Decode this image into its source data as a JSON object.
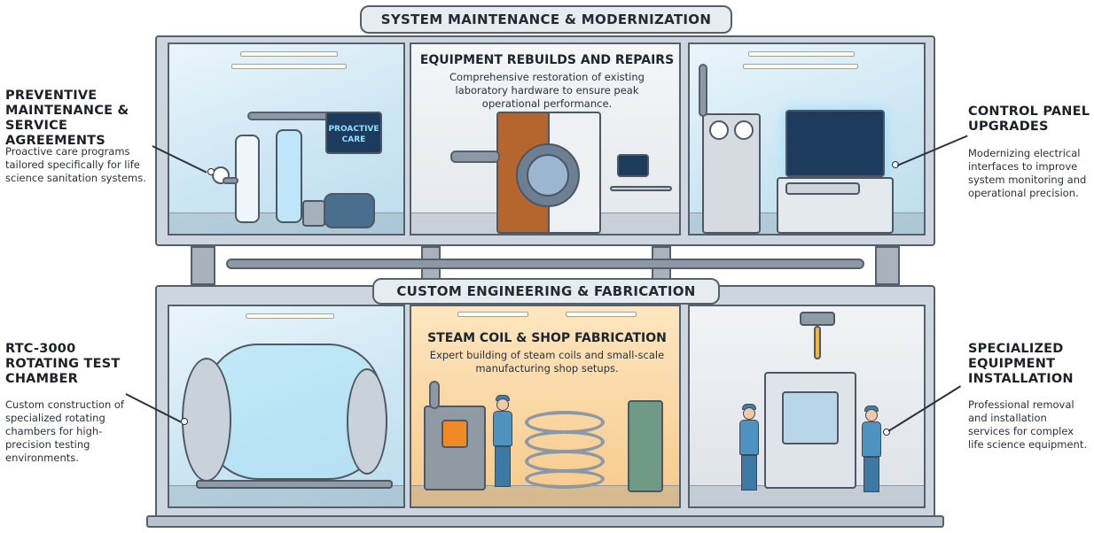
{
  "header": {
    "top_section_title": "SYSTEM MAINTENANCE & MODERNIZATION",
    "bottom_section_title": "CUSTOM ENGINEERING & FABRICATION"
  },
  "top_floor": {
    "center_room": {
      "title": "EQUIPMENT REBUILDS AND REPAIRS",
      "description": "Comprehensive restoration of existing laboratory hardware to ensure peak operational performance."
    },
    "left_room_screen": "PROACTIVE CARE"
  },
  "bottom_floor": {
    "center_room": {
      "title": "STEAM COIL & SHOP FABRICATION",
      "description": "Expert building of steam coils and small-scale manufacturing shop setups."
    }
  },
  "left_callouts": [
    {
      "title": "PREVENTIVE MAINTENANCE & SERVICE AGREEMENTS",
      "description": "Proactive care programs tailored specifically for life science sanitation systems."
    },
    {
      "title": "RTC-3000 ROTATING TEST CHAMBER",
      "description": "Custom construction of specialized rotating chambers for high-precision testing environments."
    }
  ],
  "right_callouts": [
    {
      "title": "CONTROL PANEL UPGRADES",
      "description": "Modernizing electrical interfaces to improve system monitoring and operational precision."
    },
    {
      "title": "SPECIALIZED EQUIPMENT INSTALLATION",
      "description": "Professional removal and installation services for complex life science equipment."
    }
  ],
  "colors": {
    "frame": "#56606c",
    "glass": "#cde6f3",
    "warm_room": "#f6c98a",
    "screen": "#1d3b5c",
    "glow": "#8fe0ff",
    "rust": "#b5652e",
    "flame": "#f08a24"
  }
}
